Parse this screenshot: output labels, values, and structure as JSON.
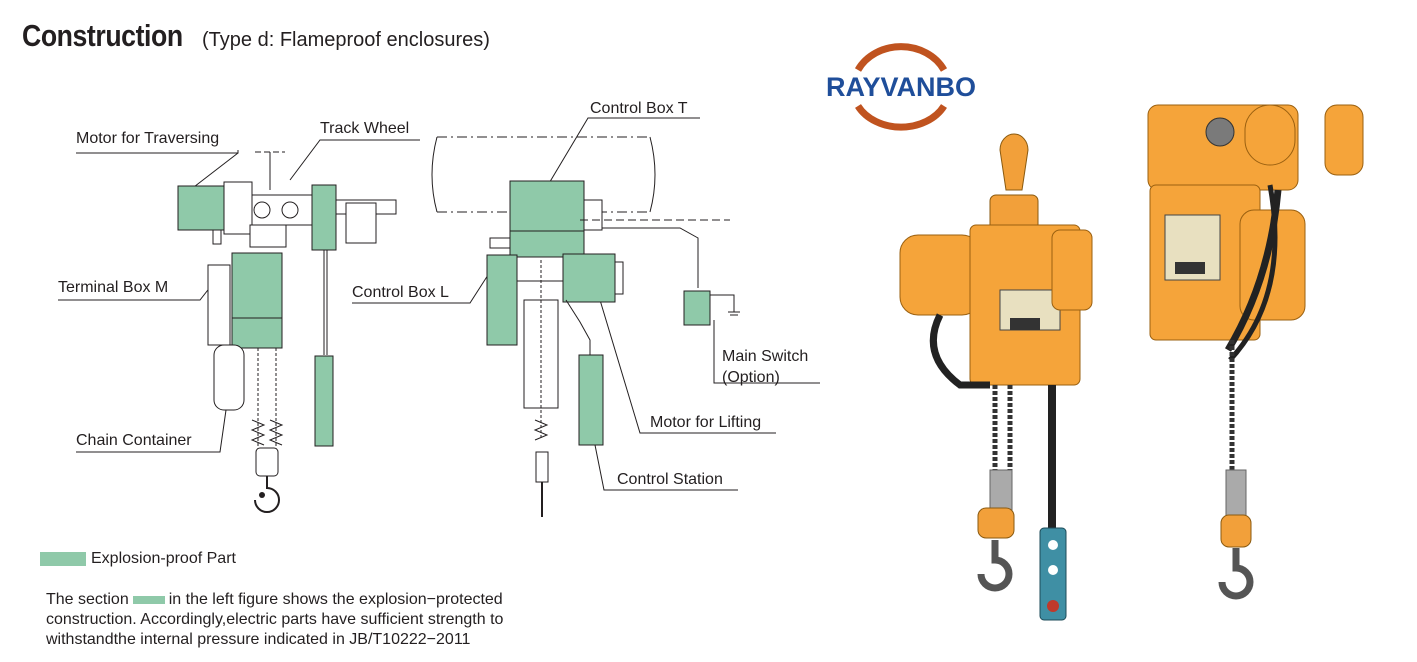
{
  "title": {
    "main": "Construction",
    "sub": "(Type d: Flameproof enclosures)"
  },
  "labels": {
    "motor_traversing": "Motor for Traversing",
    "track_wheel": "Track Wheel",
    "control_box_t": "Control Box T",
    "terminal_box_m": "Terminal Box M",
    "control_box_l": "Control Box L",
    "main_switch_line1": "Main Switch",
    "main_switch_line2": "(Option)",
    "chain_container": "Chain Container",
    "motor_lifting": "Motor for Lifting",
    "control_station": "Control Station"
  },
  "legend": {
    "label": "Explosion-proof Part",
    "color": "#8fc9a9"
  },
  "description": {
    "part1": "The section",
    "part2": "in the left figure shows the explosion−protected construction. Accordingly,electric parts have sufficient strength to withstandthe internal pressure indicated in JB/T10222−2011"
  },
  "logo": {
    "text": "RAYVANBO",
    "arc_color": "#c0531f",
    "text_color": "#1f4e9a"
  },
  "colors": {
    "explosion_proof": "#8fc9a9",
    "hoist_body": "#f2a03a",
    "hoist_dark": "#3a3a3a"
  }
}
